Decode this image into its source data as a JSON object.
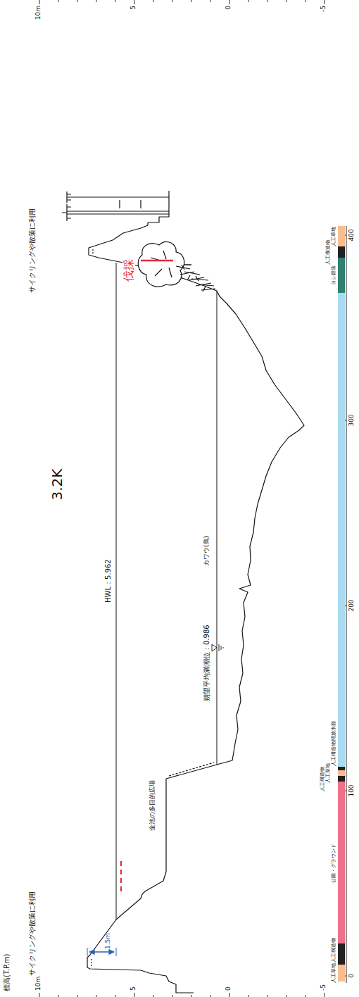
{
  "diagram": {
    "title": "3.2K",
    "nodes": [
      {
        "text": [
          "人工草地"
        ]
      },
      {
        "text": [
          "人工構造物"
        ]
      },
      {
        "text": [
          "公園・グラウンド"
        ]
      },
      {
        "text": [
          "人工構造物"
        ]
      },
      {
        "text": [
          "人工草地"
        ]
      },
      {
        "text": [
          "人工構造物"
        ]
      },
      {
        "text": [
          "開放水面"
        ]
      },
      {
        "text": [
          "ヨシ群落"
        ]
      },
      {
        "text": [
          "人工構造物"
        ]
      },
      {
        "text": [
          "人工草地"
        ]
      }
    ],
    "labels": [
      "標高(T.P.m)",
      "10m",
      "5",
      "0",
      "-5",
      "10m",
      "5",
      "0",
      "-5",
      "0",
      "100",
      "200",
      "300",
      "400",
      "サイクリングや散策に利用",
      "サイクリングや散策に利用",
      "1.5m",
      "金池の多目的広場",
      "HWL：5.962",
      "朔望平均満潮位：0.986",
      "カワウ(鳥)",
      "伐採"
    ]
  }
}
